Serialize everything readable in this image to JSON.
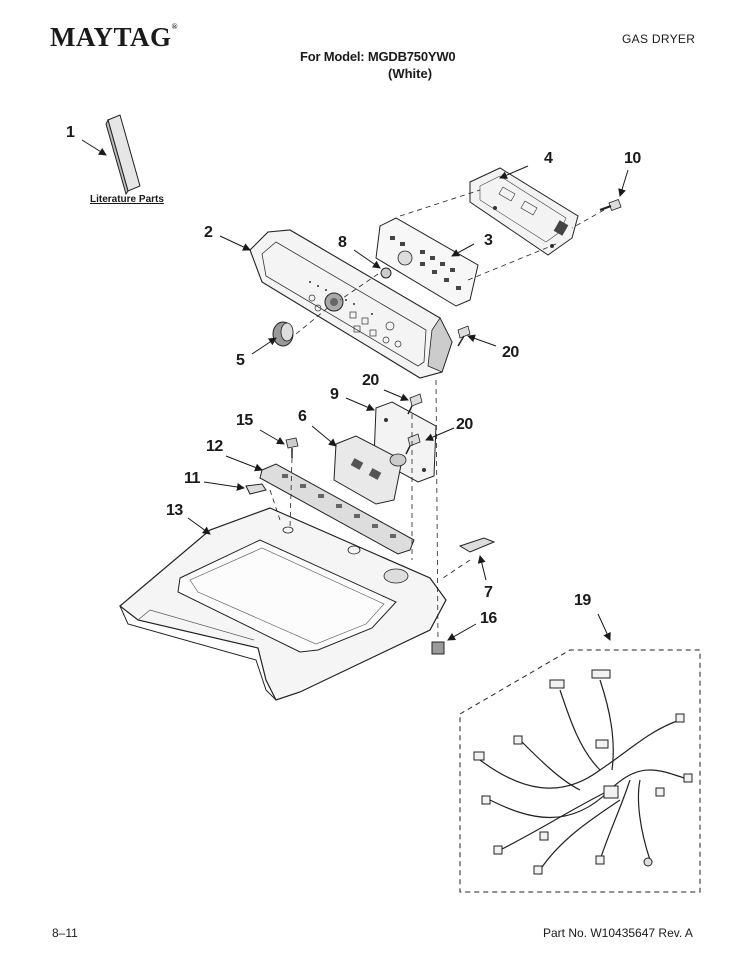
{
  "header": {
    "brand": "MAYTAG",
    "doc_type": "GAS DRYER",
    "model": "For Model: MGDB750YW0",
    "color": "(White)"
  },
  "footer": {
    "page": "8–11",
    "part_number": "Part No. W10435647 Rev. A"
  },
  "literature_label": "Literature Parts",
  "callouts": {
    "c1": "1",
    "c2": "2",
    "c3": "3",
    "c4": "4",
    "c5": "5",
    "c6": "6",
    "c7": "7",
    "c8": "8",
    "c9": "9",
    "c10": "10",
    "c11": "11",
    "c12": "12",
    "c13": "13",
    "c15": "15",
    "c16": "16",
    "c19": "19",
    "c20a": "20",
    "c20b": "20",
    "c20c": "20"
  }
}
